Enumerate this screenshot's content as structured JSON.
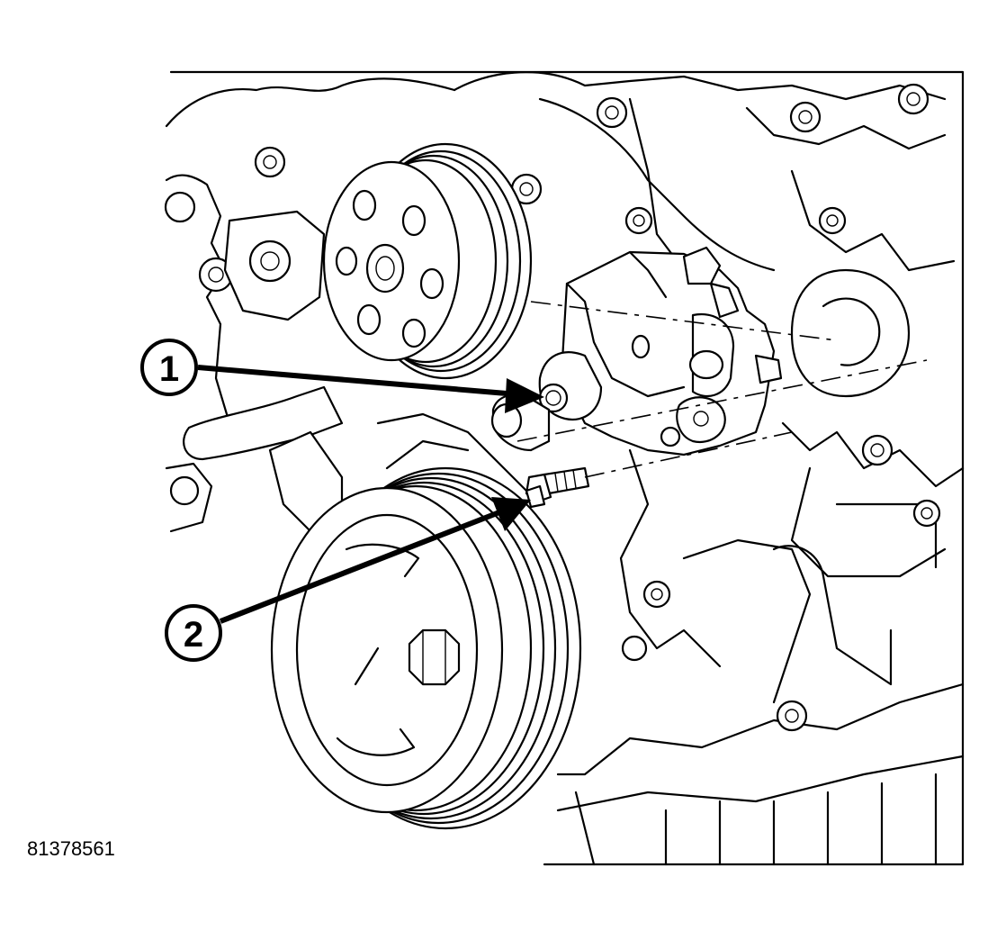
{
  "figure": {
    "id_label": "81378561",
    "style": "black line-art technical illustration on white"
  },
  "callouts": [
    {
      "number": "1"
    },
    {
      "number": "2"
    }
  ]
}
